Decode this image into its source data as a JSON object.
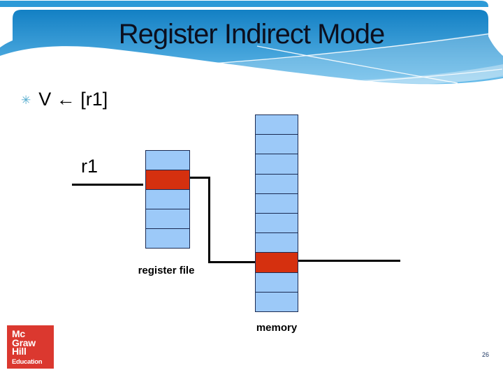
{
  "slide": {
    "title": "Register Indirect Mode",
    "bullet_marker": "✳",
    "bullet_text": "V ← [r1]",
    "page_number": "26"
  },
  "diagram": {
    "register_label": "r1",
    "register_file": {
      "caption": "register file",
      "cell_count": 5,
      "highlight_index": 1
    },
    "memory": {
      "caption": "memory",
      "cell_count": 10,
      "highlight_index": 7
    },
    "colors": {
      "cell_fill": "#9CC9F8",
      "cell_border": "#1A2A52",
      "highlight_fill": "#D5300F",
      "line": "#000000"
    }
  },
  "logo": {
    "line1": "Mc",
    "line2": "Graw",
    "line3": "Hill",
    "line4": "Education",
    "bg_color": "#DB382F"
  },
  "theme": {
    "strip_blue": "#2D9AD7",
    "header_blue_dark": "#1380C4",
    "header_blue_light": "#65BBEA",
    "bullet_color": "#55ACCE",
    "page_number_color": "#1F3864"
  }
}
